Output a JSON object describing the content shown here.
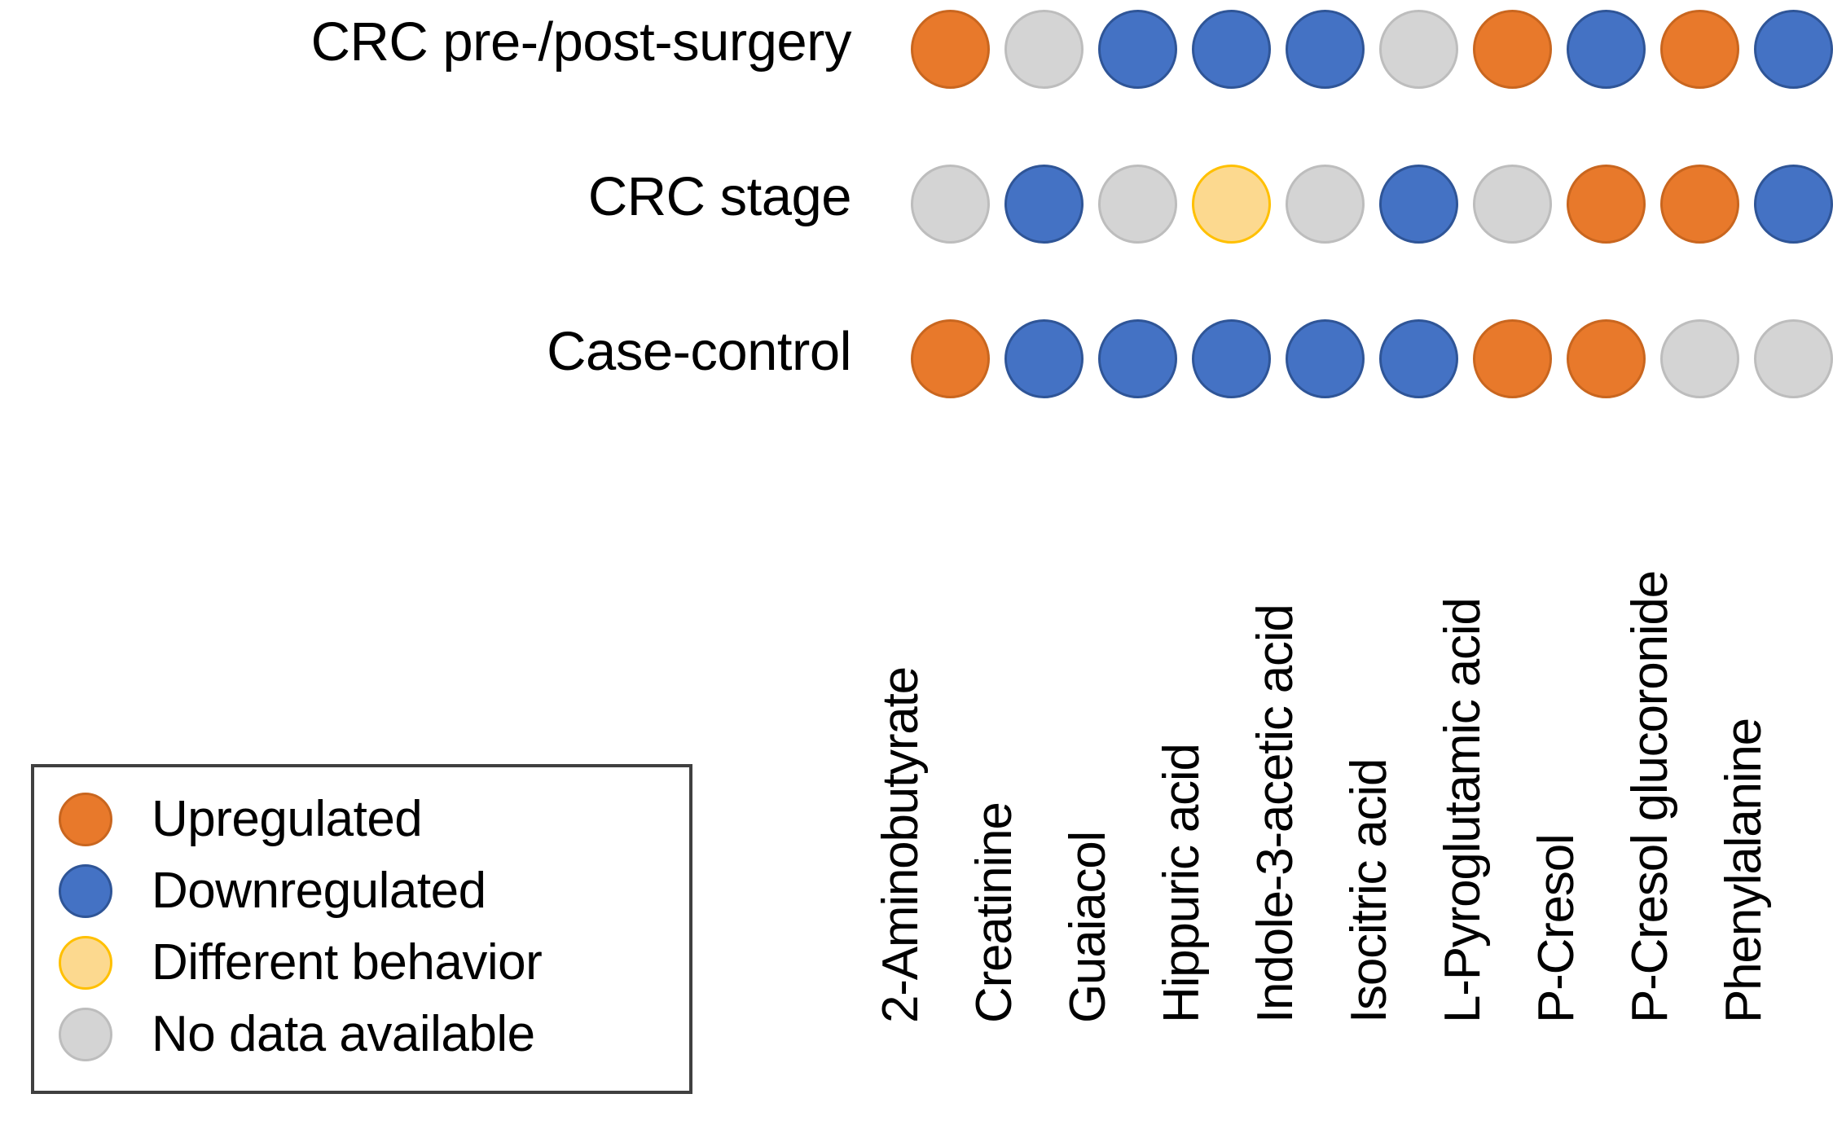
{
  "chart_data": {
    "type": "heatmap",
    "title": "",
    "xlabel": "",
    "ylabel": "",
    "grid": false,
    "legend_position": "bottom-left",
    "categories": [
      "2-Aminobutyrate",
      "Creatinine",
      "Guaiacol",
      "Hippuric acid",
      "Indole-3-acetic acid",
      "Isocitric acid",
      "L-Pyroglutamic acid",
      "P-Cresol",
      "P-Cresol glucoronide",
      "Phenylalanine"
    ],
    "rows": [
      {
        "name": "CRC pre-/post-surgery",
        "values": [
          "up",
          "none",
          "down",
          "down",
          "down",
          "none",
          "up",
          "down",
          "up",
          "down"
        ]
      },
      {
        "name": "CRC stage",
        "values": [
          "none",
          "down",
          "none",
          "diff",
          "none",
          "down",
          "none",
          "up",
          "up",
          "down"
        ]
      },
      {
        "name": "Case-control",
        "values": [
          "up",
          "down",
          "down",
          "down",
          "down",
          "down",
          "up",
          "up",
          "none",
          "none"
        ]
      }
    ],
    "legend": [
      {
        "key": "up",
        "label": "Upregulated",
        "color": "#E8792B"
      },
      {
        "key": "down",
        "label": "Downregulated",
        "color": "#4472C4"
      },
      {
        "key": "diff",
        "label": "Different behavior",
        "color": "#FCD98F"
      },
      {
        "key": "none",
        "label": "No data available",
        "color": "#D4D4D4"
      }
    ]
  },
  "colors": {
    "upregulated": "#E8792B",
    "downregulated": "#4472C4",
    "different_behavior": "#FCD98F",
    "no_data": "#D4D4D4",
    "legend_border": "#404040",
    "background": "#FFFFFF"
  }
}
